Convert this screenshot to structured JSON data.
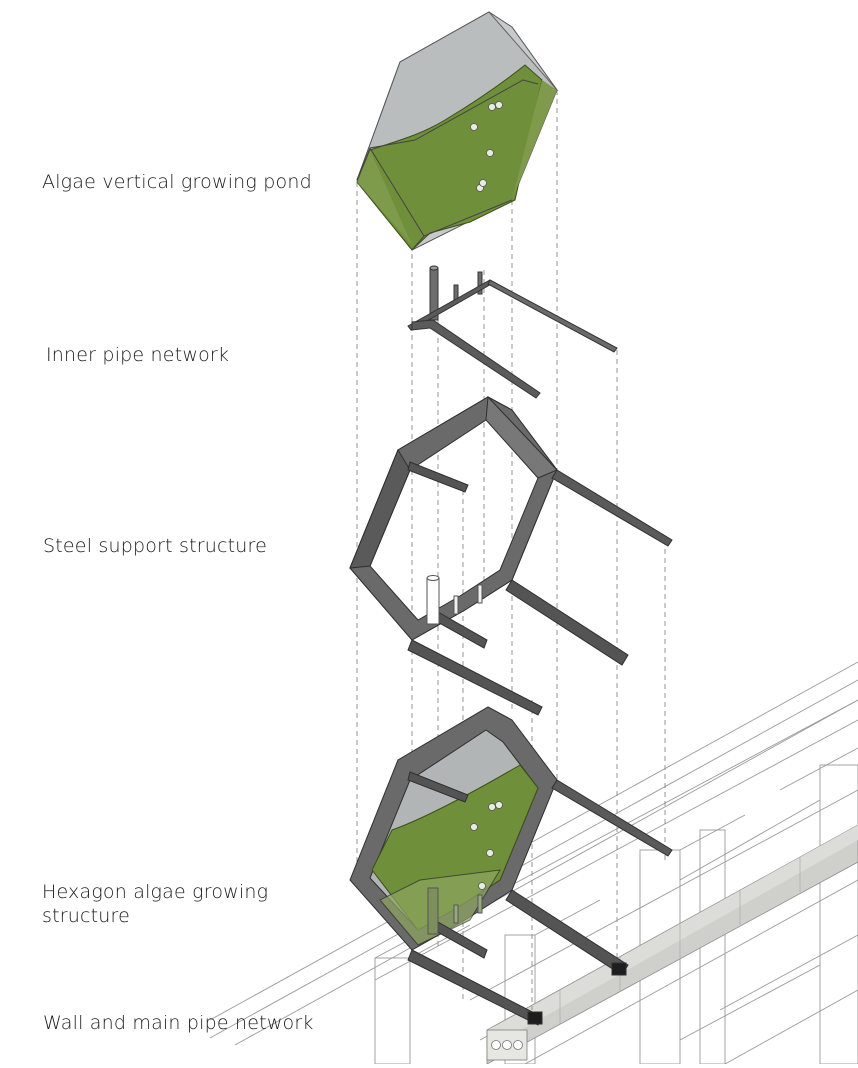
{
  "labels": {
    "pond": "Algae vertical growing pond",
    "pipe": "Inner pipe network",
    "steel": "Steel support structure",
    "hex_line1": "Hexagon algae growing",
    "hex_line2": "structure",
    "wall": "Wall and main pipe network"
  },
  "colors": {
    "algae": "#6f8f3a",
    "algae_dark": "#4f6b26",
    "glass": "#b9bcbd",
    "steel": "#5e5e5e",
    "steel_dark": "#3f3f3f",
    "guide_line": "#888888",
    "wall_line": "#9a9a9a",
    "concrete": "#cfd0cc"
  }
}
